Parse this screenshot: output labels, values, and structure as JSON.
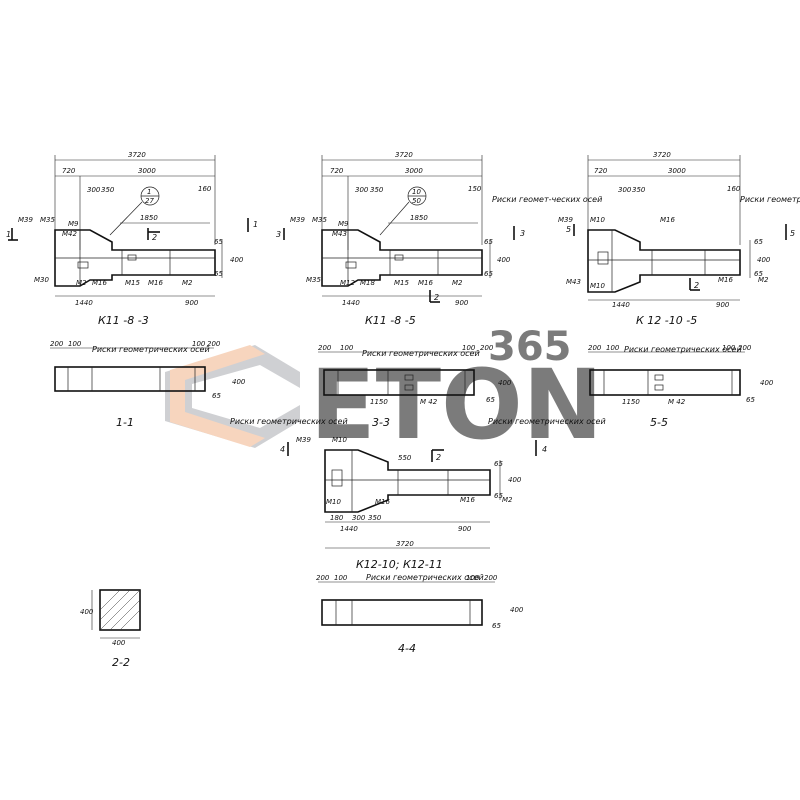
{
  "watermark": {
    "brand": "ETON",
    "number": "365",
    "color_main": "#a9abb0",
    "color_accent": "#f2b38a"
  },
  "views": {
    "k11_8_3": {
      "caption": "К11 -8 -3",
      "overall": "3720",
      "top_left": "720",
      "inner": "3000",
      "w300": "300",
      "w350": "350",
      "c160": "160",
      "len1850": "1850",
      "h65a": "65",
      "h400": "400",
      "h65b": "65",
      "len1440": "1440",
      "len900": "900",
      "circle_top": "1",
      "circle_bottom": "27",
      "section": "1",
      "section_mark": "2",
      "marks": [
        "М39",
        "М35",
        "М9",
        "М42",
        "М30",
        "М2",
        "М16",
        "М15",
        "М16",
        "М2"
      ]
    },
    "k11_8_5": {
      "caption": "К11 -8 -5",
      "overall": "3720",
      "top_left": "720",
      "inner": "3000",
      "w300": "300",
      "w350": "350",
      "c150": "150",
      "len1850": "1850",
      "h65a": "65",
      "h400": "400",
      "h65b": "65",
      "len1440": "1440",
      "len900": "900",
      "circle_top": "10",
      "circle_bottom": "50",
      "section": "3",
      "section_mark": "2",
      "marks": [
        "М39",
        "М35",
        "М9",
        "М43",
        "М35",
        "М12",
        "М18",
        "М15",
        "М16",
        "М2"
      ],
      "risks": "Риски геомет-ческих осей"
    },
    "k12_10_5": {
      "caption": "К 12 -10 -5",
      "overall": "3720",
      "top_left": "720",
      "inner": "3000",
      "w300": "300",
      "w350": "350",
      "c160": "160",
      "h65a": "65",
      "h400": "400",
      "h65b": "65",
      "len1440": "1440",
      "len900": "900",
      "section": "5",
      "section_mark": "2",
      "marks": [
        "М39",
        "М10",
        "М16",
        "М43",
        "М10",
        "М16",
        "М2"
      ],
      "risks": "Риски геометрических осей"
    },
    "k12_10_11": {
      "caption": "К12-10; К12-11",
      "overall": "3720",
      "len1440": "1440",
      "len900": "900",
      "w180": "180",
      "w300": "300",
      "w350": "350",
      "h550": "550",
      "h65a": "65",
      "h400": "400",
      "h65b": "65",
      "section": "4",
      "section_mark": "2",
      "marks": [
        "М39",
        "М10",
        "М10",
        "М16",
        "М16",
        "М2"
      ],
      "risks": "Риски геометрических осей"
    }
  },
  "sections": {
    "s1": {
      "caption": "1-1",
      "d200a": "200",
      "d100a": "100",
      "d100b": "100",
      "d200b": "200",
      "h400": "400",
      "h65": "65",
      "risks": "Риски геометрических осей"
    },
    "s3": {
      "caption": "3-3",
      "d200a": "200",
      "d100a": "100",
      "d100b": "100",
      "d200b": "200",
      "h400": "400",
      "h65": "65",
      "len1150": "1150",
      "mark": "М 42",
      "risks": "Риски геометрических осей"
    },
    "s5": {
      "caption": "5-5",
      "d200a": "200",
      "d100a": "100",
      "d100b": "100",
      "d200b": "200",
      "h400": "400",
      "h65": "65",
      "len1150": "1150",
      "mark": "М 42",
      "risks": "Риски геометрических осей"
    },
    "s4": {
      "caption": "4-4",
      "d200a": "200",
      "d100a": "100",
      "d100b": "100",
      "d200b": "200",
      "h400": "400",
      "h65": "65",
      "risks": "Риски геометрических осей"
    },
    "s2": {
      "caption": "2-2",
      "h400": "400",
      "w400": "400"
    }
  }
}
